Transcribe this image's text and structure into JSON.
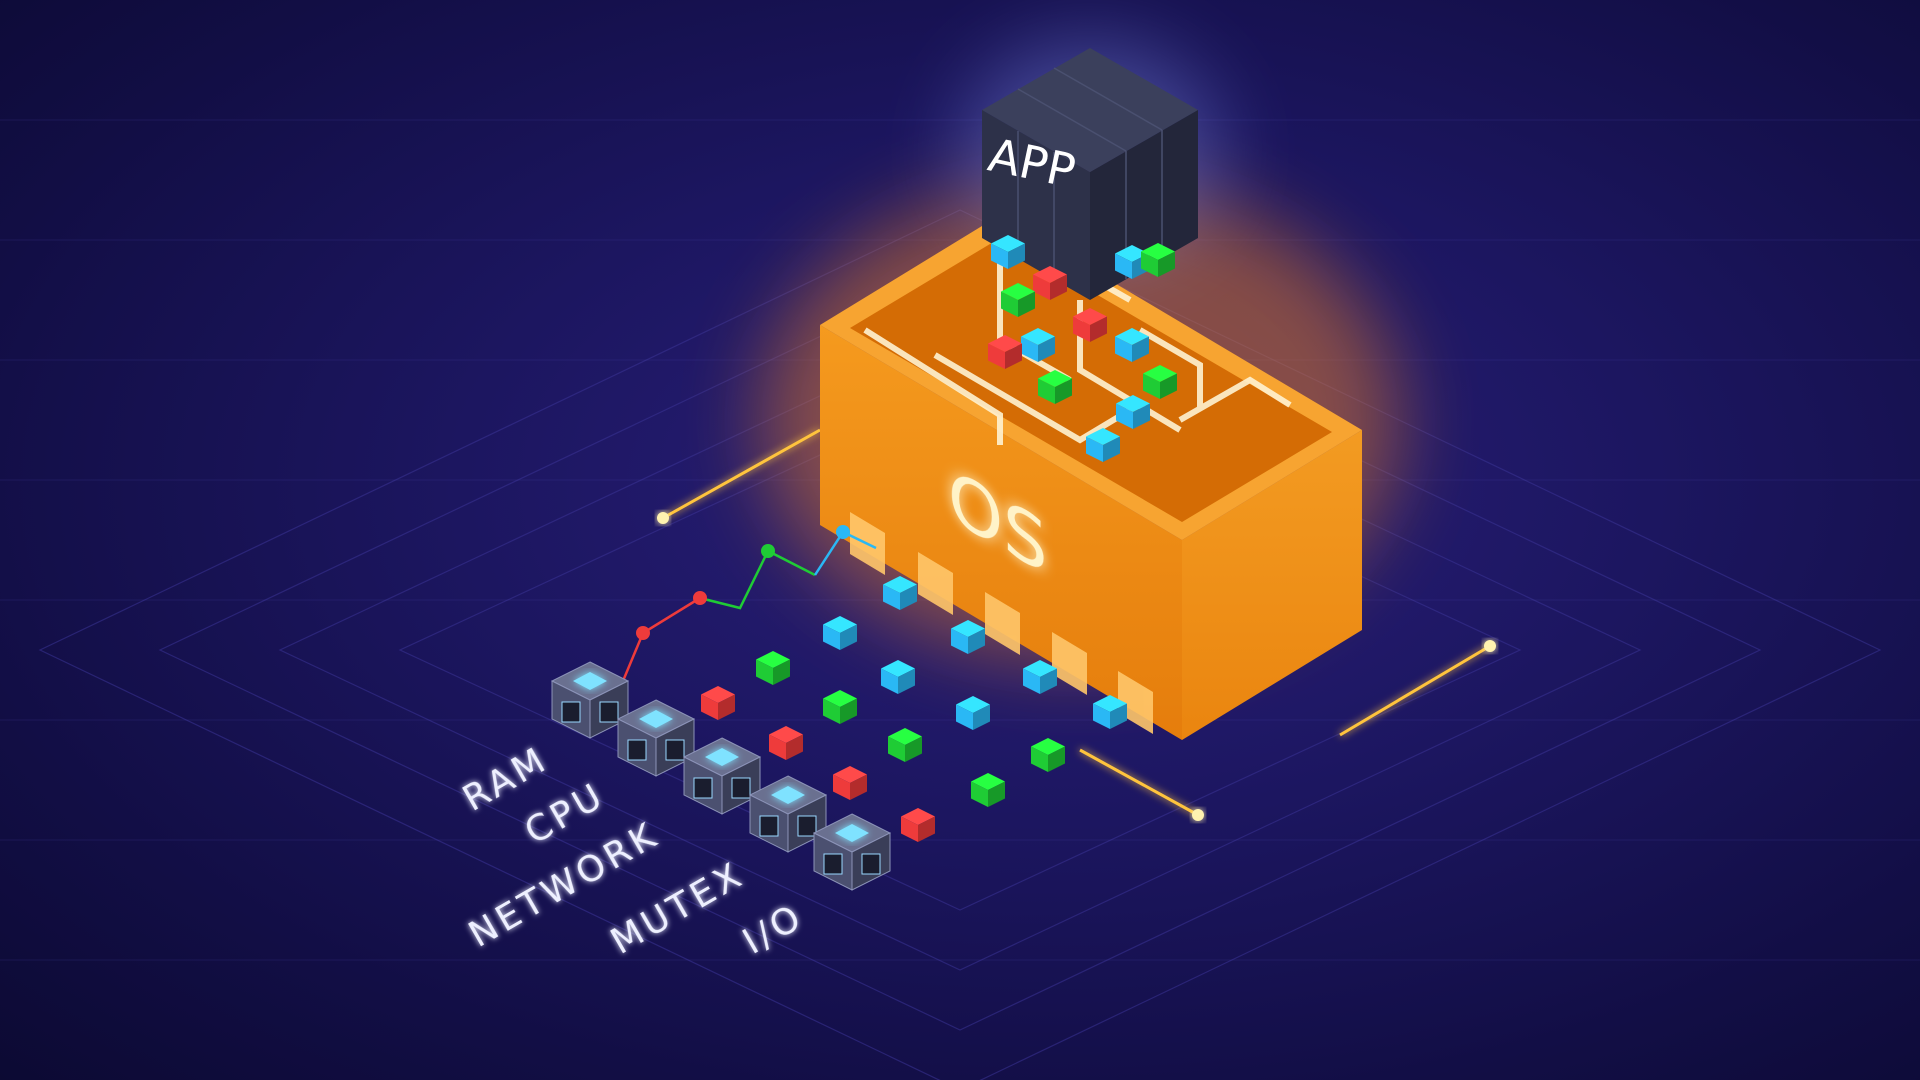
{
  "app_label": "APP",
  "os_label": "OS",
  "resources": [
    {
      "label": "RAM"
    },
    {
      "label": "CPU"
    },
    {
      "label": "NETWORK"
    },
    {
      "label": "MUTEX"
    },
    {
      "label": "I/O"
    }
  ],
  "colors": {
    "background": "#1c1660",
    "os_orange": "#f28a12",
    "app_dark": "#2b2f45",
    "cube_blue": "#2ab8f5",
    "cube_green": "#1fcc35",
    "cube_red": "#ee3b3b",
    "glow_line": "#ffc43d"
  }
}
